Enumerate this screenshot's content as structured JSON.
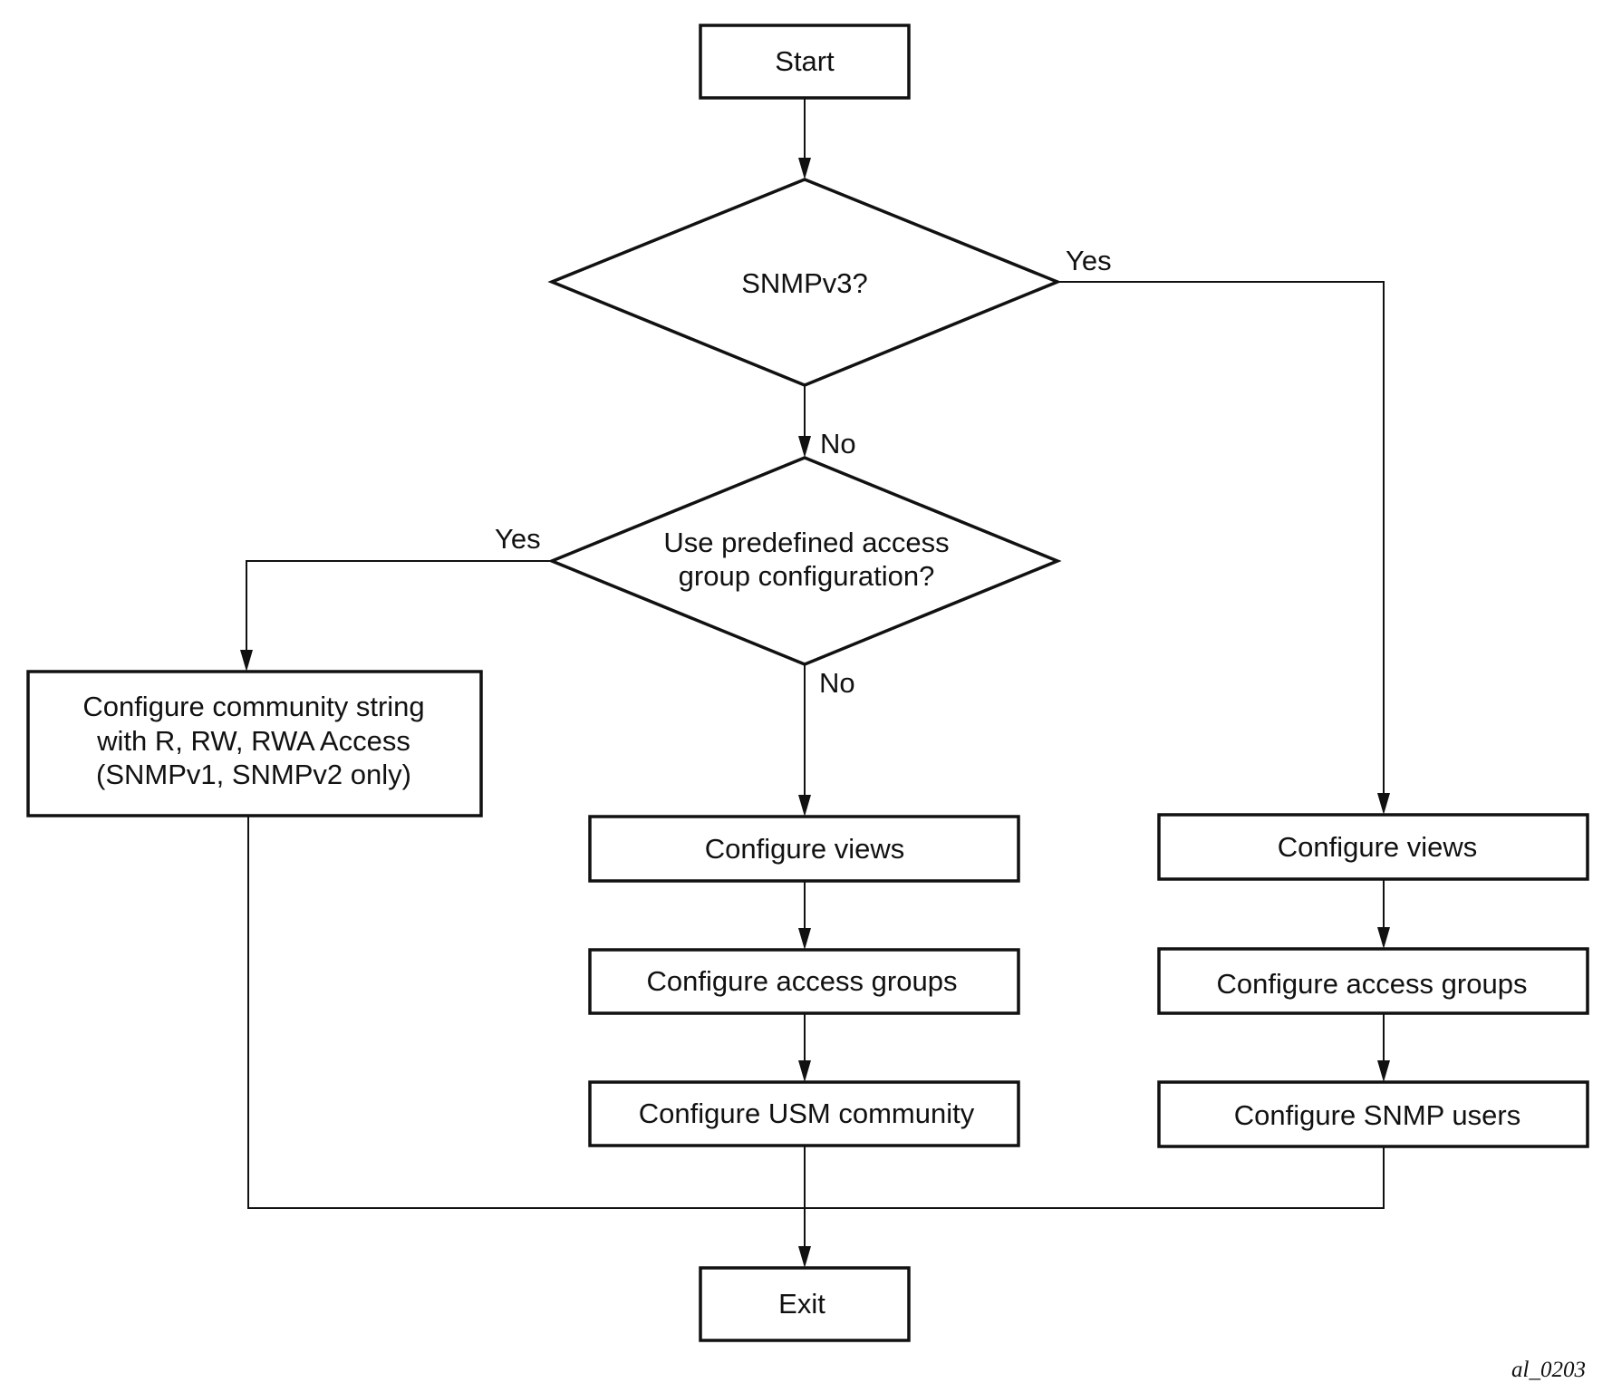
{
  "nodes": {
    "start": {
      "lines": [
        "Start"
      ]
    },
    "snmpv3": {
      "lines": [
        "SNMPv3?"
      ]
    },
    "predefined": {
      "lines": [
        "Use predefined access",
        "group configuration?"
      ]
    },
    "community": {
      "lines": [
        "Configure community string",
        "with R, RW, RWA Access",
        "(SNMPv1, SNMPv2 only)"
      ]
    },
    "views_mid": {
      "lines": [
        "Configure views"
      ]
    },
    "access_mid": {
      "lines": [
        "Configure access groups"
      ]
    },
    "usm": {
      "lines": [
        "Configure USM community"
      ]
    },
    "views_right": {
      "lines": [
        "Configure views"
      ]
    },
    "access_right": {
      "lines": [
        "Configure access groups"
      ]
    },
    "users": {
      "lines": [
        "Configure SNMP users"
      ]
    },
    "exit": {
      "lines": [
        "Exit"
      ]
    }
  },
  "edge_labels": {
    "snmpv3_yes": "Yes",
    "snmpv3_no": "No",
    "predefined_yes": "Yes",
    "predefined_no": "No"
  },
  "figure_id": "al_0203"
}
